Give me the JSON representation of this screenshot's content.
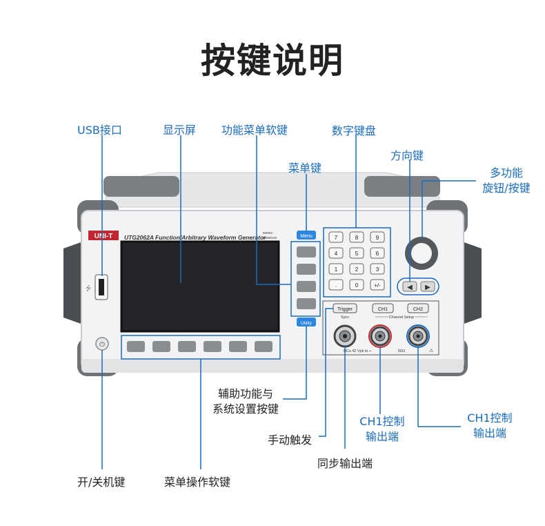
{
  "title": "按键说明",
  "device": {
    "brand": "UNI-T",
    "model_text": "UTG2062A Function/Arbitrary Waveform Generator",
    "spec_line1": "60MHz",
    "spec_line2": "250MSa/s",
    "menu_key": "Menu",
    "utility_key": "Utility",
    "keypad": [
      "7",
      "8",
      "9",
      "4",
      "5",
      "6",
      "1",
      "2",
      "3",
      ".",
      "0",
      "+/-"
    ],
    "trigger_key": "Trigger",
    "ch1_key": "CH1",
    "ch2_key": "CH2",
    "sync_label": "Sync",
    "channel_setup_label": "Channel Setup",
    "bnc_note": "NCs 42 Vpk to ÷",
    "impedance": "50Ω"
  },
  "labels": {
    "usb": "USB接口",
    "display": "显示屏",
    "func_soft": "功能菜单软键",
    "numpad": "数字键盘",
    "menu": "菜单键",
    "direction": "方向键",
    "knob_line1": "多功能",
    "knob_line2": "旋钮/按键",
    "aux_line1": "辅助功能与",
    "aux_line2": "系统设置按键",
    "manual_trigger": "手动触发",
    "sync_out": "同步输出端",
    "ch1_line1": "CH1控制",
    "ch1_line2": "输出端",
    "ch2_line1": "CH1控制",
    "ch2_line2": "输出端",
    "power": "开/关机键",
    "menu_soft": "菜单操作软键"
  },
  "colors": {
    "label_blue": "#1a6bbf",
    "ch1_ring": "#c0262d",
    "ch2_ring": "#1a6bbf",
    "brand_red": "#c0262d"
  }
}
